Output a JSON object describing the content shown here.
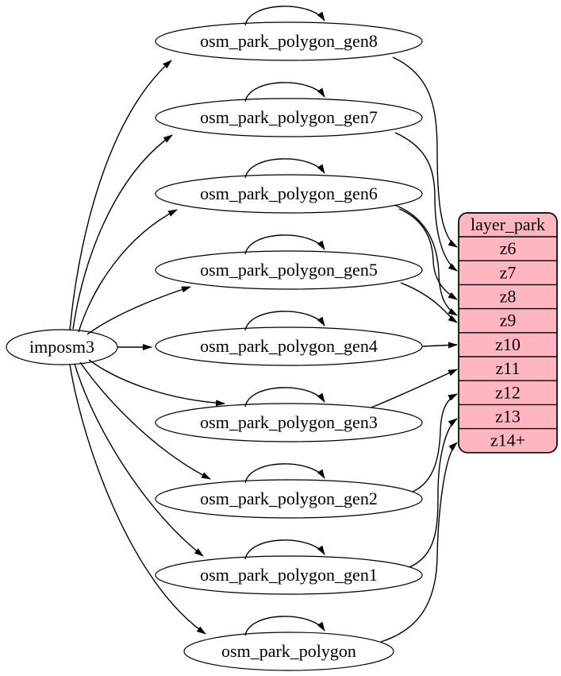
{
  "diagram": {
    "kind": "etl-graph",
    "source_node": {
      "id": "imposm3",
      "label": "imposm3"
    },
    "table_nodes": [
      {
        "id": "osm_park_polygon_gen8",
        "label": "osm_park_polygon_gen8"
      },
      {
        "id": "osm_park_polygon_gen7",
        "label": "osm_park_polygon_gen7"
      },
      {
        "id": "osm_park_polygon_gen6",
        "label": "osm_park_polygon_gen6"
      },
      {
        "id": "osm_park_polygon_gen5",
        "label": "osm_park_polygon_gen5"
      },
      {
        "id": "osm_park_polygon_gen4",
        "label": "osm_park_polygon_gen4"
      },
      {
        "id": "osm_park_polygon_gen3",
        "label": "osm_park_polygon_gen3"
      },
      {
        "id": "osm_park_polygon_gen2",
        "label": "osm_park_polygon_gen2"
      },
      {
        "id": "osm_park_polygon_gen1",
        "label": "osm_park_polygon_gen1"
      },
      {
        "id": "osm_park_polygon",
        "label": "osm_park_polygon"
      }
    ],
    "layer_table": {
      "id": "layer_park",
      "title": "layer_park",
      "rows": [
        "z6",
        "z7",
        "z8",
        "z9",
        "z10",
        "z11",
        "z12",
        "z13",
        "z14+"
      ]
    },
    "edges": {
      "source_to_tables": [
        {
          "from": "imposm3",
          "to": "osm_park_polygon_gen8"
        },
        {
          "from": "imposm3",
          "to": "osm_park_polygon_gen7"
        },
        {
          "from": "imposm3",
          "to": "osm_park_polygon_gen6"
        },
        {
          "from": "imposm3",
          "to": "osm_park_polygon_gen5"
        },
        {
          "from": "imposm3",
          "to": "osm_park_polygon_gen4"
        },
        {
          "from": "imposm3",
          "to": "osm_park_polygon_gen3"
        },
        {
          "from": "imposm3",
          "to": "osm_park_polygon_gen2"
        },
        {
          "from": "imposm3",
          "to": "osm_park_polygon_gen1"
        },
        {
          "from": "imposm3",
          "to": "osm_park_polygon"
        }
      ],
      "self_loops": [
        "osm_park_polygon_gen8",
        "osm_park_polygon_gen7",
        "osm_park_polygon_gen6",
        "osm_park_polygon_gen5",
        "osm_park_polygon_gen4",
        "osm_park_polygon_gen3",
        "osm_park_polygon_gen2",
        "osm_park_polygon_gen1",
        "osm_park_polygon"
      ],
      "tables_to_rows": [
        {
          "from": "osm_park_polygon_gen8",
          "to": "z6"
        },
        {
          "from": "osm_park_polygon_gen7",
          "to": "z7"
        },
        {
          "from": "osm_park_polygon_gen6",
          "to": "z8"
        },
        {
          "from": "osm_park_polygon_gen6",
          "to": "z9"
        },
        {
          "from": "osm_park_polygon_gen5",
          "to": "z9"
        },
        {
          "from": "osm_park_polygon_gen4",
          "to": "z10"
        },
        {
          "from": "osm_park_polygon_gen3",
          "to": "z11"
        },
        {
          "from": "osm_park_polygon_gen2",
          "to": "z12"
        },
        {
          "from": "osm_park_polygon_gen1",
          "to": "z13"
        },
        {
          "from": "osm_park_polygon",
          "to": "z14+"
        }
      ]
    },
    "colors": {
      "background": "#ffffff",
      "node_fill": "#ffffff",
      "stroke": "#000000",
      "text": "#000000",
      "layer_table_fill": "#ffb6c1"
    }
  }
}
